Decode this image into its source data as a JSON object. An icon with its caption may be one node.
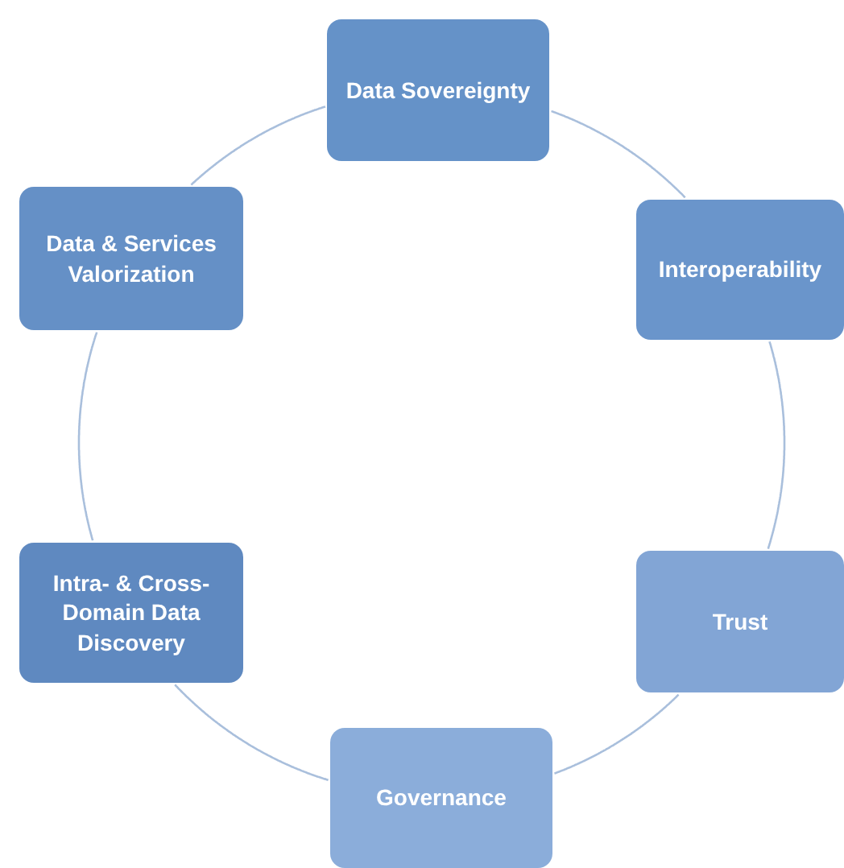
{
  "diagram": {
    "nodes": [
      {
        "text": [
          "Data Sovereignty"
        ]
      },
      {
        "text": [
          "Interoperability"
        ]
      },
      {
        "text": [
          "Trust"
        ]
      },
      {
        "text": [
          "Governance"
        ]
      },
      {
        "text": [
          "Intra- & Cross-Domain Data Discovery"
        ]
      },
      {
        "text": [
          "Data & Services Valorization"
        ]
      }
    ],
    "edges": [
      {
        "from": 0,
        "to": 1,
        "arrow": "none"
      },
      {
        "from": 1,
        "to": 2,
        "arrow": "none"
      },
      {
        "from": 2,
        "to": 3,
        "arrow": "none"
      },
      {
        "from": 3,
        "to": 4,
        "arrow": "none"
      },
      {
        "from": 4,
        "to": 5,
        "arrow": "none"
      },
      {
        "from": 5,
        "to": 0,
        "arrow": "none"
      }
    ]
  }
}
